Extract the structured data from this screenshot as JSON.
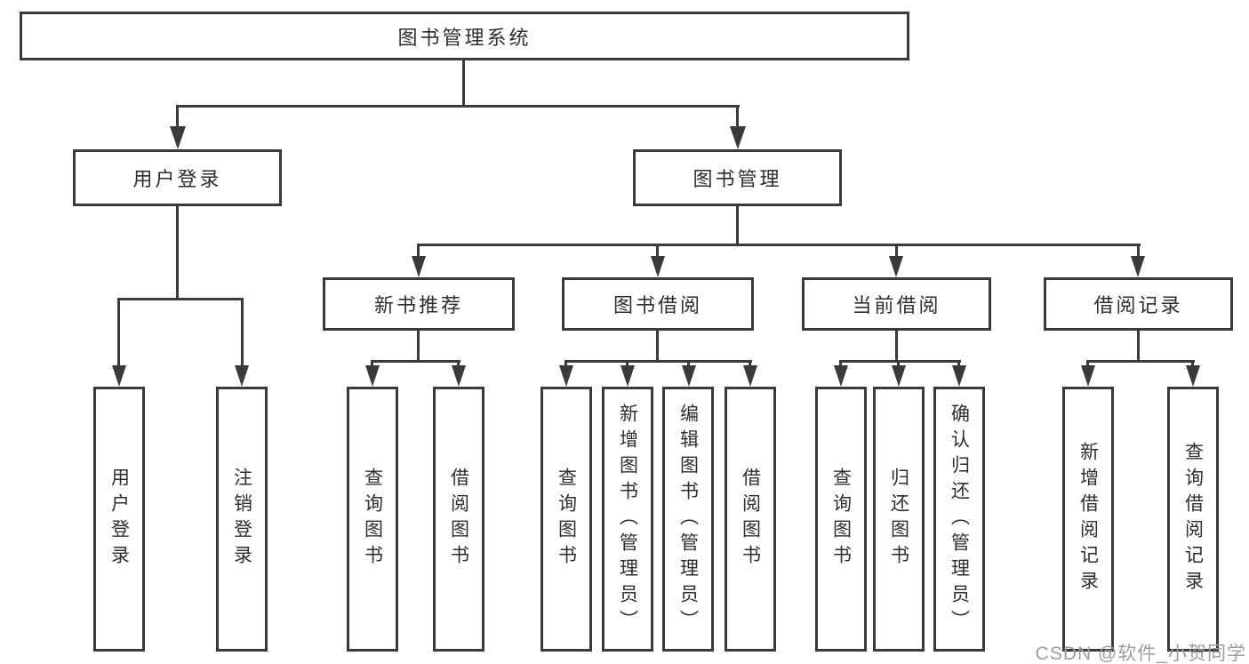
{
  "tree": {
    "root": {
      "label": "图书管理系统"
    },
    "branches": [
      {
        "label": "用户登录",
        "children": [
          {
            "label": "用户登录"
          },
          {
            "label": "注销登录"
          }
        ]
      },
      {
        "label": "图书管理",
        "modules": [
          {
            "label": "新书推荐",
            "children": [
              {
                "label": "查询图书"
              },
              {
                "label": "借阅图书"
              }
            ]
          },
          {
            "label": "图书借阅",
            "children": [
              {
                "label": "查询图书"
              },
              {
                "label": "新增图书（管理员）"
              },
              {
                "label": "编辑图书（管理员）"
              },
              {
                "label": "借阅图书"
              }
            ]
          },
          {
            "label": "当前借阅",
            "children": [
              {
                "label": "查询图书"
              },
              {
                "label": "归还图书"
              },
              {
                "label": "确认归还（管理员）"
              }
            ]
          },
          {
            "label": "借阅记录",
            "children": [
              {
                "label": "新增借阅记录"
              },
              {
                "label": "查询借阅记录"
              }
            ]
          }
        ]
      }
    ]
  },
  "watermark": {
    "text": "CSDN @软件_小贺同学",
    "color": "#9e9e9e"
  },
  "colors": {
    "line": "#3a3a3a",
    "text": "#2e2e2e",
    "background": "#ffffff"
  }
}
